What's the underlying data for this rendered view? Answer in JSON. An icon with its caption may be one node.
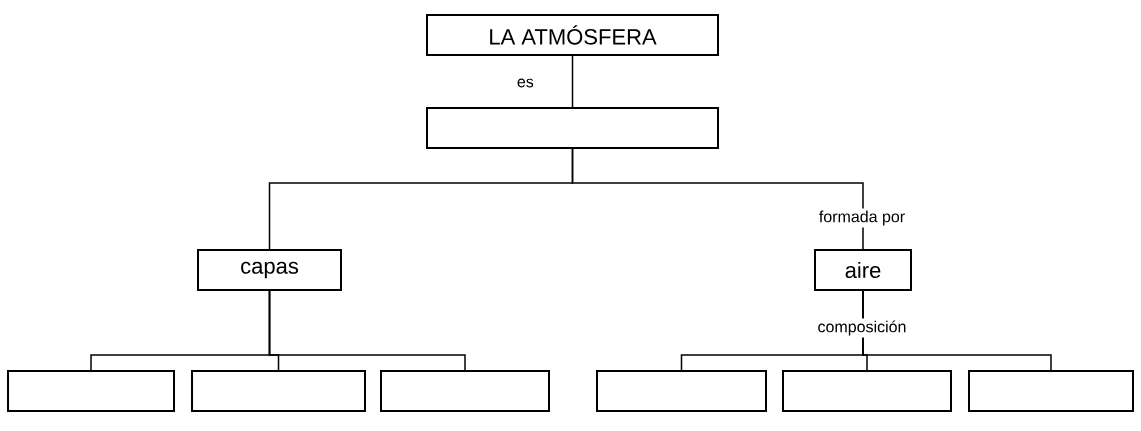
{
  "diagram": {
    "nodes": [
      {
        "text": [
          "LA ATMÓSFERA"
        ]
      },
      {
        "text": [],
        "shape": "box"
      },
      {
        "text": [
          "capas"
        ]
      },
      {
        "text": [
          "aire"
        ]
      },
      {
        "text": [],
        "shape": "box"
      },
      {
        "text": [],
        "shape": "box"
      },
      {
        "text": [],
        "shape": "box"
      },
      {
        "text": [],
        "shape": "box"
      },
      {
        "text": [],
        "shape": "box"
      },
      {
        "text": [],
        "shape": "box"
      }
    ],
    "edges": [
      {
        "from": 0,
        "to": 1,
        "arrow": "none",
        "label": "es"
      },
      {
        "from": 1,
        "to": 2,
        "arrow": "none"
      },
      {
        "from": 1,
        "to": 3,
        "arrow": "none",
        "label": "formada por"
      },
      {
        "from": 2,
        "to": 4,
        "arrow": "none"
      },
      {
        "from": 2,
        "to": 5,
        "arrow": "none"
      },
      {
        "from": 2,
        "to": 6,
        "arrow": "none"
      },
      {
        "from": 3,
        "to": 7,
        "arrow": "none"
      },
      {
        "from": 3,
        "to": 8,
        "arrow": "none",
        "label": "composición"
      },
      {
        "from": 3,
        "to": 9,
        "arrow": "none"
      }
    ]
  }
}
